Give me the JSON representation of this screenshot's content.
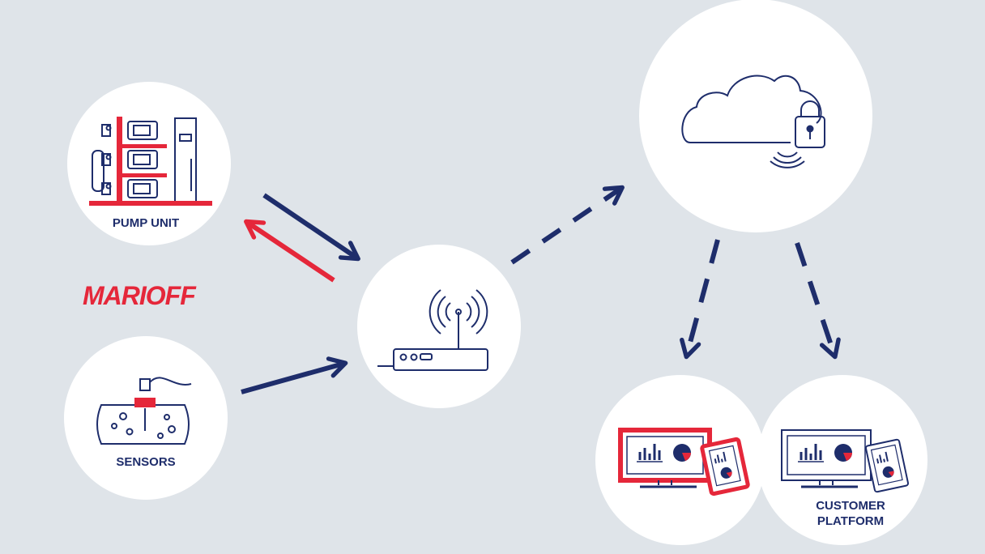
{
  "diagram": {
    "nodes": {
      "pump_unit": {
        "label": "PUMP UNIT",
        "icon": "pump-unit-icon"
      },
      "sensors": {
        "label": "SENSORS",
        "icon": "pipe-sensor-icon"
      },
      "gateway": {
        "icon": "wireless-router-icon"
      },
      "cloud": {
        "icon": "secure-cloud-icon"
      },
      "marioff_monitoring": {
        "icon": "monitor-tablet-icon"
      },
      "customer_platform": {
        "label_line1": "CUSTOMER",
        "label_line2": "PLATFORM",
        "icon": "monitor-tablet-icon"
      }
    },
    "brand": {
      "logo_text": "MARIOFF",
      "logo_icon": "marioff-logo"
    },
    "edges": [
      {
        "from": "pump_unit",
        "to": "gateway",
        "style": "solid",
        "color": "#1e2d6b"
      },
      {
        "from": "gateway",
        "to": "pump_unit",
        "style": "solid",
        "color": "#e5273a"
      },
      {
        "from": "sensors",
        "to": "gateway",
        "style": "solid",
        "color": "#1e2d6b"
      },
      {
        "from": "gateway",
        "to": "cloud",
        "style": "dashed",
        "color": "#1e2d6b"
      },
      {
        "from": "cloud",
        "to": "marioff_monitoring",
        "style": "dashed",
        "color": "#1e2d6b"
      },
      {
        "from": "cloud",
        "to": "customer_platform",
        "style": "dashed",
        "color": "#1e2d6b"
      }
    ],
    "colors": {
      "navy": "#1e2d6b",
      "red": "#e5273a",
      "background": "#dfe4e9",
      "node_fill": "#ffffff"
    }
  }
}
